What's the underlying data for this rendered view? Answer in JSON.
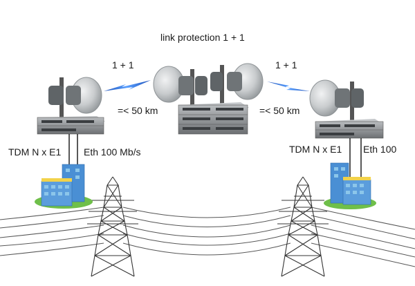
{
  "labels": {
    "title": "link protection 1 + 1",
    "protection_left": "1 + 1",
    "protection_right": "1 + 1",
    "distance_left": "=< 50 km",
    "distance_right": "=< 50 km",
    "tdm_left": "TDM N x E1",
    "eth_left": "Eth 100 Mb/s",
    "tdm_right": "TDM N x E1",
    "eth_right": "Eth 100"
  },
  "icons": {
    "dish": "parabolic-antenna-icon",
    "radio_unit": "outdoor-radio-unit-icon",
    "equipment": "rack-equipment-icon",
    "building": "office-building-icon",
    "tower": "power-transmission-tower-icon",
    "link": "radio-link-icon"
  },
  "colors": {
    "background": "#ffffff",
    "dish": "#c9ccce",
    "dish_shade": "#9ea3a6",
    "radio_unit": "#6f7477",
    "equipment": "#8a8d90",
    "building_blue": "#4a8fd4",
    "building_light": "#8cc6ea",
    "ground": "#6fbf4a",
    "link_blue": "#2a6fd6",
    "wire": "#555555",
    "tower": "#333333",
    "text": "#1a1a1a"
  }
}
